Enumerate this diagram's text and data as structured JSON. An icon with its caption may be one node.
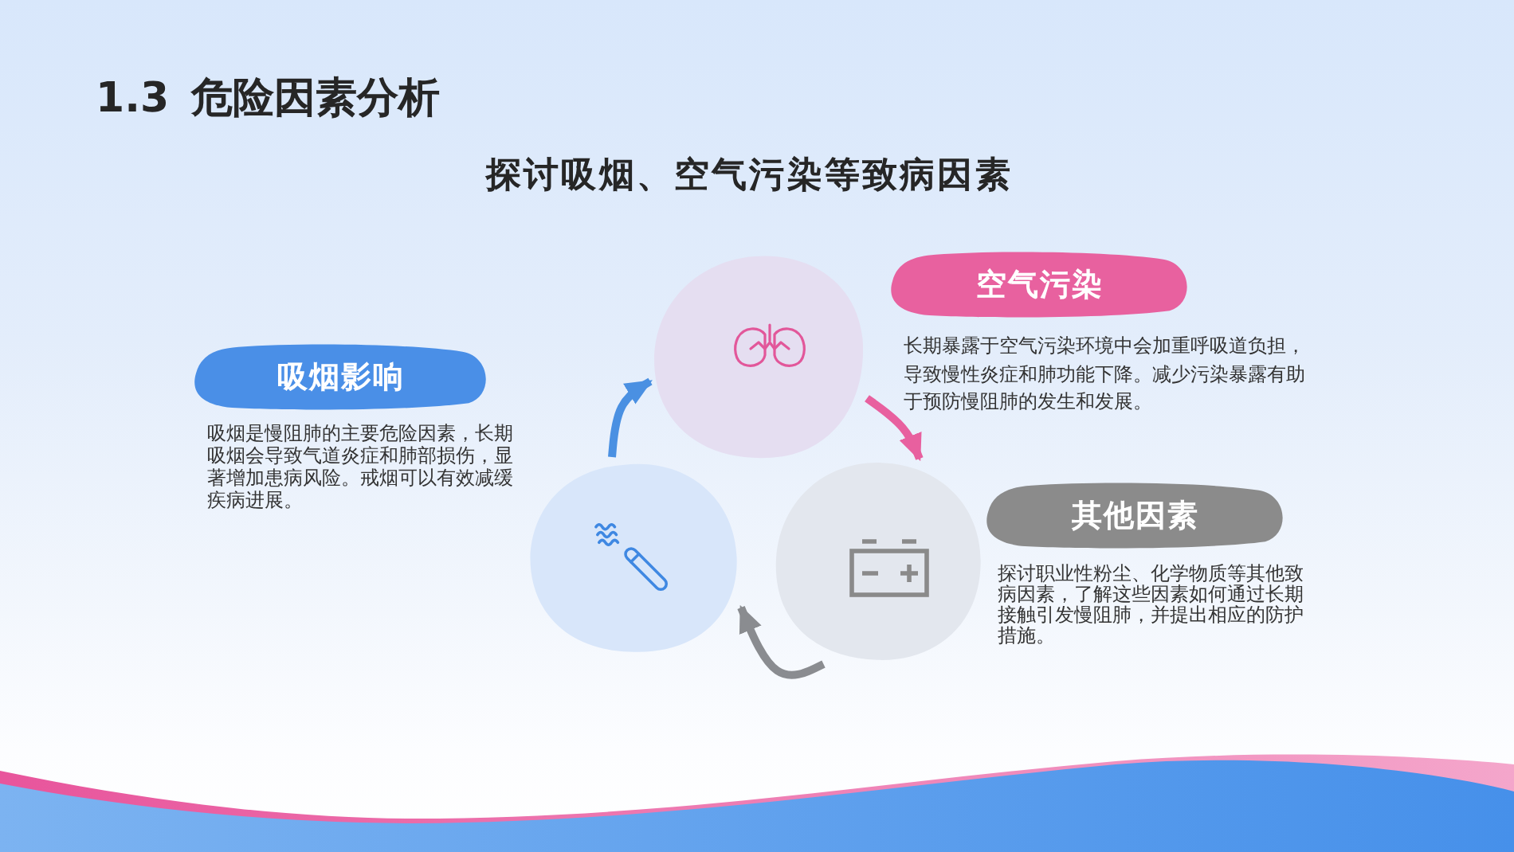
{
  "diagram": {
    "title": "1.3 危险因素分析",
    "nodes": [
      {
        "text": [
          "吸烟影响"
        ],
        "beside": [
          "吸烟是慢阻肺的主要危险因素，长期吸烟会导致气道炎症和肺部损伤，显著增加患病风险。戒烟可以有效减缓疾病进展。"
        ]
      },
      {
        "text": [
          "空气污染"
        ],
        "beside": [
          "长期暴露于空气污染环境中会加重呼吸道负担，导致慢性炎症和肺功能下降。减少污染暴露有助于预防慢阻肺的发生和发展。"
        ]
      },
      {
        "text": [
          "其他因素"
        ],
        "beside": [
          "探讨职业性粉尘、化学物质等其他致病因素，了解这些因素如何通过长期接触引发慢阻肺，并提出相应的防护措施。"
        ]
      },
      {
        "text": [],
        "shape": "circle"
      },
      {
        "text": [],
        "shape": "circle"
      },
      {
        "text": [],
        "shape": "circle"
      }
    ],
    "edges": [
      {
        "from": 3,
        "to": 4,
        "arrow": "to",
        "color": "#4a90e2"
      },
      {
        "from": 4,
        "to": 5,
        "arrow": "to",
        "color": "#e8609f"
      },
      {
        "from": 5,
        "to": 3,
        "arrow": "to",
        "color": "#8a8c90"
      }
    ],
    "labels": [
      "探讨吸烟、空气污染等致病因素"
    ]
  }
}
